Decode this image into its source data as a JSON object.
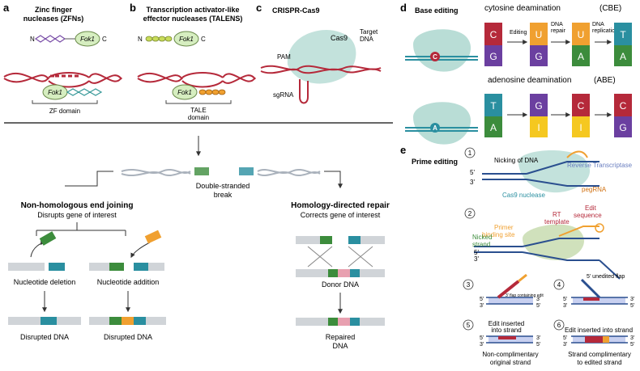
{
  "panels": {
    "a": {
      "letter": "a",
      "title_line1": "Zinc finger",
      "title_line2": "nucleases (ZFNs)",
      "n_label": "N",
      "c_label": "C",
      "enzyme": "Fok1",
      "domain_label": "ZF domain"
    },
    "b": {
      "letter": "b",
      "title_line1": "Transcription activator-like",
      "title_line2": "effector nucleases (TALENS)",
      "n_label": "N",
      "c_label": "C",
      "enzyme": "Fok1",
      "domain_line1": "TALE",
      "domain_line2": "domain"
    },
    "c": {
      "letter": "c",
      "title": "CRISPR-Cas9",
      "cas9": "Cas9",
      "pam": "PAM",
      "target_line1": "Target",
      "target_line2": "DNA",
      "sgrna": "sgRNA"
    },
    "d": {
      "letter": "d",
      "title": "Base editing",
      "cbe_title": "cytosine deamination",
      "cbe_tag": "(CBE)",
      "abe_title": "adenosine deamination",
      "abe_tag": "(ABE)",
      "editing": "Editing",
      "repair_line1": "DNA",
      "repair_line2": "repair",
      "replication_line1": "DNA",
      "replication_line2": "replication",
      "cbe_top": [
        "C",
        "U",
        "U",
        "T"
      ],
      "cbe_bottom": [
        "G",
        "G",
        "A",
        "A"
      ],
      "abe_top": [
        "T",
        "G",
        "C",
        "C"
      ],
      "abe_bottom": [
        "A",
        "I",
        "I",
        "G"
      ],
      "enzyme_c": "C",
      "enzyme_a": "A"
    },
    "bottom": {
      "break_line1": "Double-stranded",
      "break_line2": "break",
      "nhej_title": "Non-homologous end joining",
      "nhej_sub": "Disrupts gene of interest",
      "hdr_title": "Homology-directed repair",
      "hdr_sub": "Corrects gene of interest",
      "deletion": "Nucleotide deletion",
      "addition": "Nucleotide addition",
      "donor": "Donor DNA",
      "disrupted1": "Disrupted DNA",
      "disrupted2": "Disrupted DNA",
      "repaired_line1": "Repaired",
      "repaired_line2": "DNA"
    },
    "e": {
      "letter": "e",
      "title": "Prime editing",
      "step1": "1",
      "step2": "2",
      "step3": "3",
      "step4": "4",
      "step5": "5",
      "step6": "6",
      "nicking": "Nicking of DNA",
      "rt": "Reverse Transcriptase",
      "cas9_nuclease": "Cas9 nuclease",
      "pegrna": "pegRNA",
      "primer_line1": "Primer",
      "primer_line2": "binding site",
      "rt_template_line1": "RT",
      "rt_template_line2": "template",
      "edit_line1": "Edit",
      "edit_line2": "sequence",
      "nicked_line1": "Nicked",
      "nicked_line2": "strand",
      "flap_edit": "3' flap containing edit",
      "unedited_flap": "5' unedited flap",
      "edit_inserted_line1": "Edit inserted",
      "edit_inserted_line2": "into strand",
      "edit_inserted_6": "Edit inserted into strand",
      "noncomp_line1": "Non-complimentary",
      "noncomp_line2": "original strand",
      "comp_line1": "Strand complimentary",
      "comp_line2": "to edited strand",
      "five_prime": "5'",
      "three_prime": "3'"
    }
  },
  "colors": {
    "dna_red": "#b5293a",
    "dna_grey": "#aab2bc",
    "fok1": "#d6eec0",
    "cas9": "#b9ddd6",
    "blue_strand": "#2a4f8f",
    "orange": "#f0a030",
    "teal": "#2a8fa0",
    "purple": "#6b3fa0",
    "green": "#3c8c3c"
  }
}
